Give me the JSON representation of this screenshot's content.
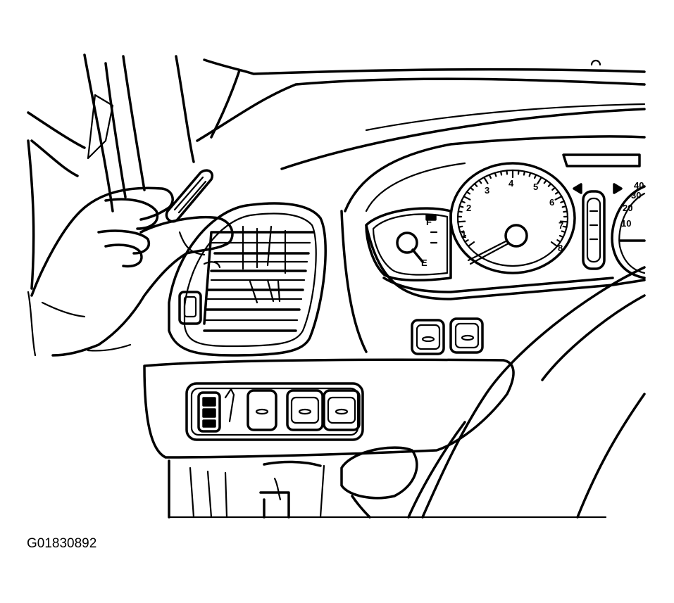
{
  "figure": {
    "id": "G01830892"
  },
  "colors": {
    "line": "#000000",
    "background": "#ffffff"
  },
  "icons": [
    "hand-icon",
    "air-vent-icon",
    "tachometer-gauge-icon",
    "speedometer-gauge-icon",
    "fuel-gauge-icon",
    "switch-button-icon"
  ],
  "gauges": {
    "tachometer_ticks": [
      "1",
      "2",
      "3",
      "4",
      "5",
      "6",
      "7",
      "8"
    ],
    "speedometer_ticks": [
      "10",
      "20",
      "30",
      "40"
    ],
    "fuel_marks": [
      "E",
      "F"
    ]
  }
}
